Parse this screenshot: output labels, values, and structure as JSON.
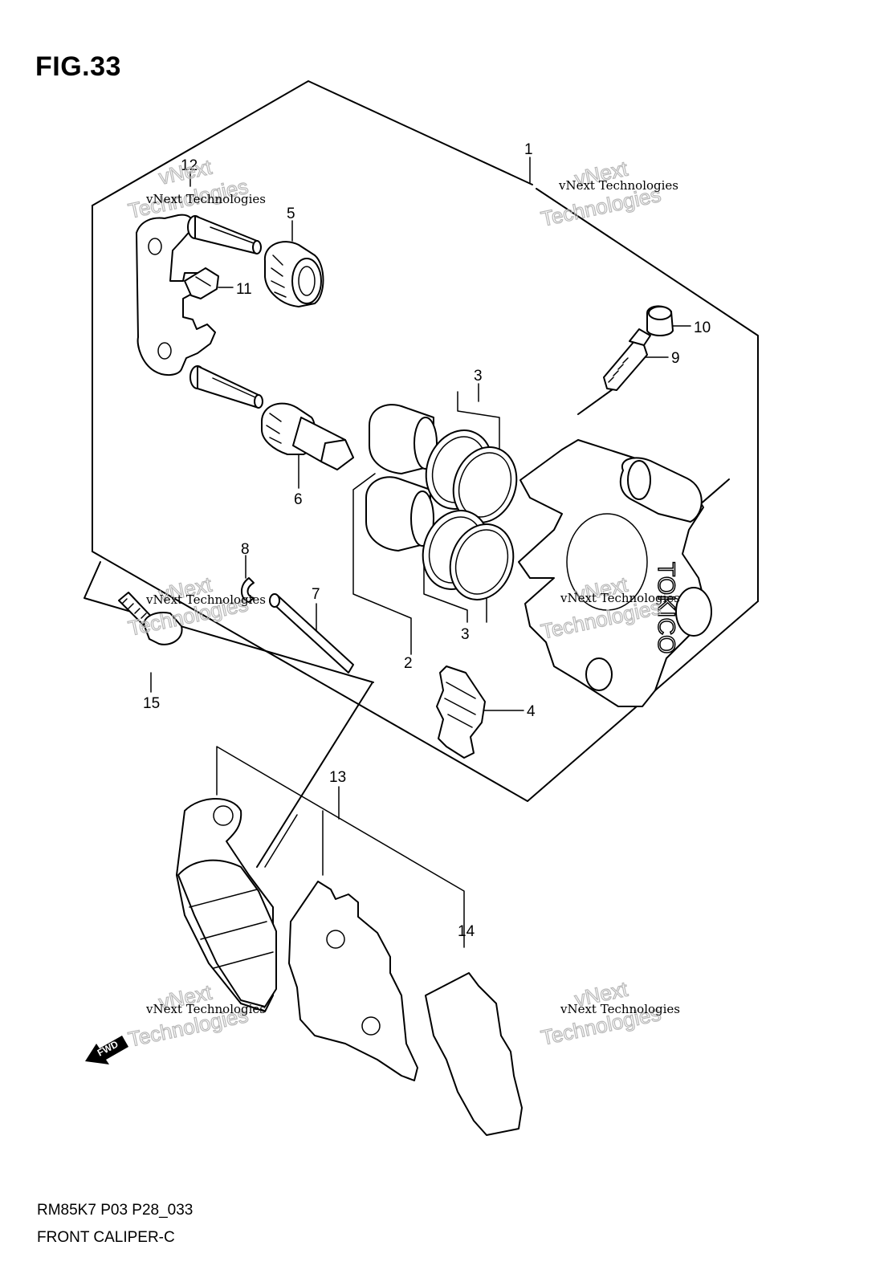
{
  "figure": {
    "title": "FIG.33"
  },
  "footer": {
    "code": "RM85K7 P03 P28_033",
    "name": "FRONT CALIPER-C"
  },
  "watermark": {
    "line1": "vNext Technologies",
    "line2": "vNext",
    "line3": "Technologies"
  },
  "caliper_brand": "TOKICO",
  "fwd_arrow_label": "FWD",
  "callouts": [
    "1",
    "2",
    "3",
    "3",
    "4",
    "5",
    "6",
    "7",
    "8",
    "9",
    "10",
    "11",
    "12",
    "13",
    "14",
    "15"
  ]
}
